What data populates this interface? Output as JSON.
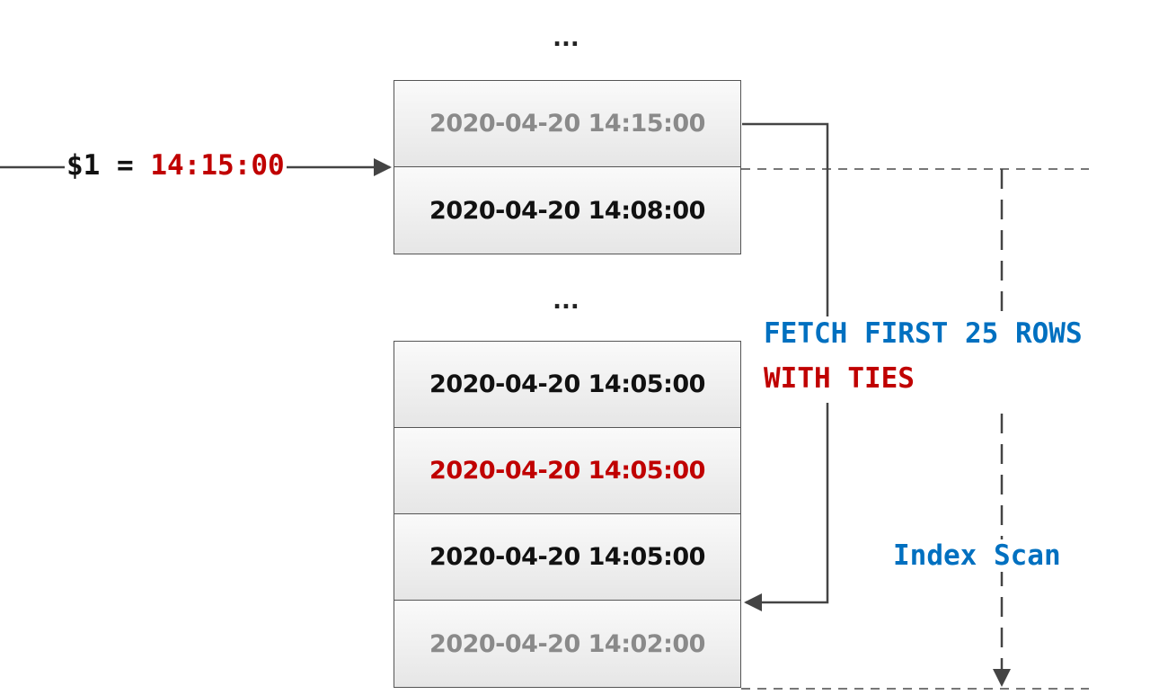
{
  "top_ellipsis": "...",
  "mid_ellipsis": "...",
  "param": {
    "name": "$1",
    "equals": "=",
    "value": "14:15:00"
  },
  "group_top": [
    {
      "text": "2020-04-20 14:15:00",
      "style": "dim"
    },
    {
      "text": "2020-04-20 14:08:00",
      "style": "normal"
    }
  ],
  "group_bottom": [
    {
      "text": "2020-04-20 14:05:00",
      "style": "normal"
    },
    {
      "text": "2020-04-20 14:05:00",
      "style": "hl"
    },
    {
      "text": "2020-04-20 14:05:00",
      "style": "normal"
    },
    {
      "text": "2020-04-20 14:02:00",
      "style": "dim"
    }
  ],
  "fetch_line1": "FETCH FIRST 25 ROWS",
  "fetch_line2": "WITH TIES",
  "scan_label": "Index Scan",
  "colors": {
    "blue": "#0070c0",
    "red": "#c00000",
    "line": "#444444",
    "dim_text": "#8a8a8a"
  }
}
